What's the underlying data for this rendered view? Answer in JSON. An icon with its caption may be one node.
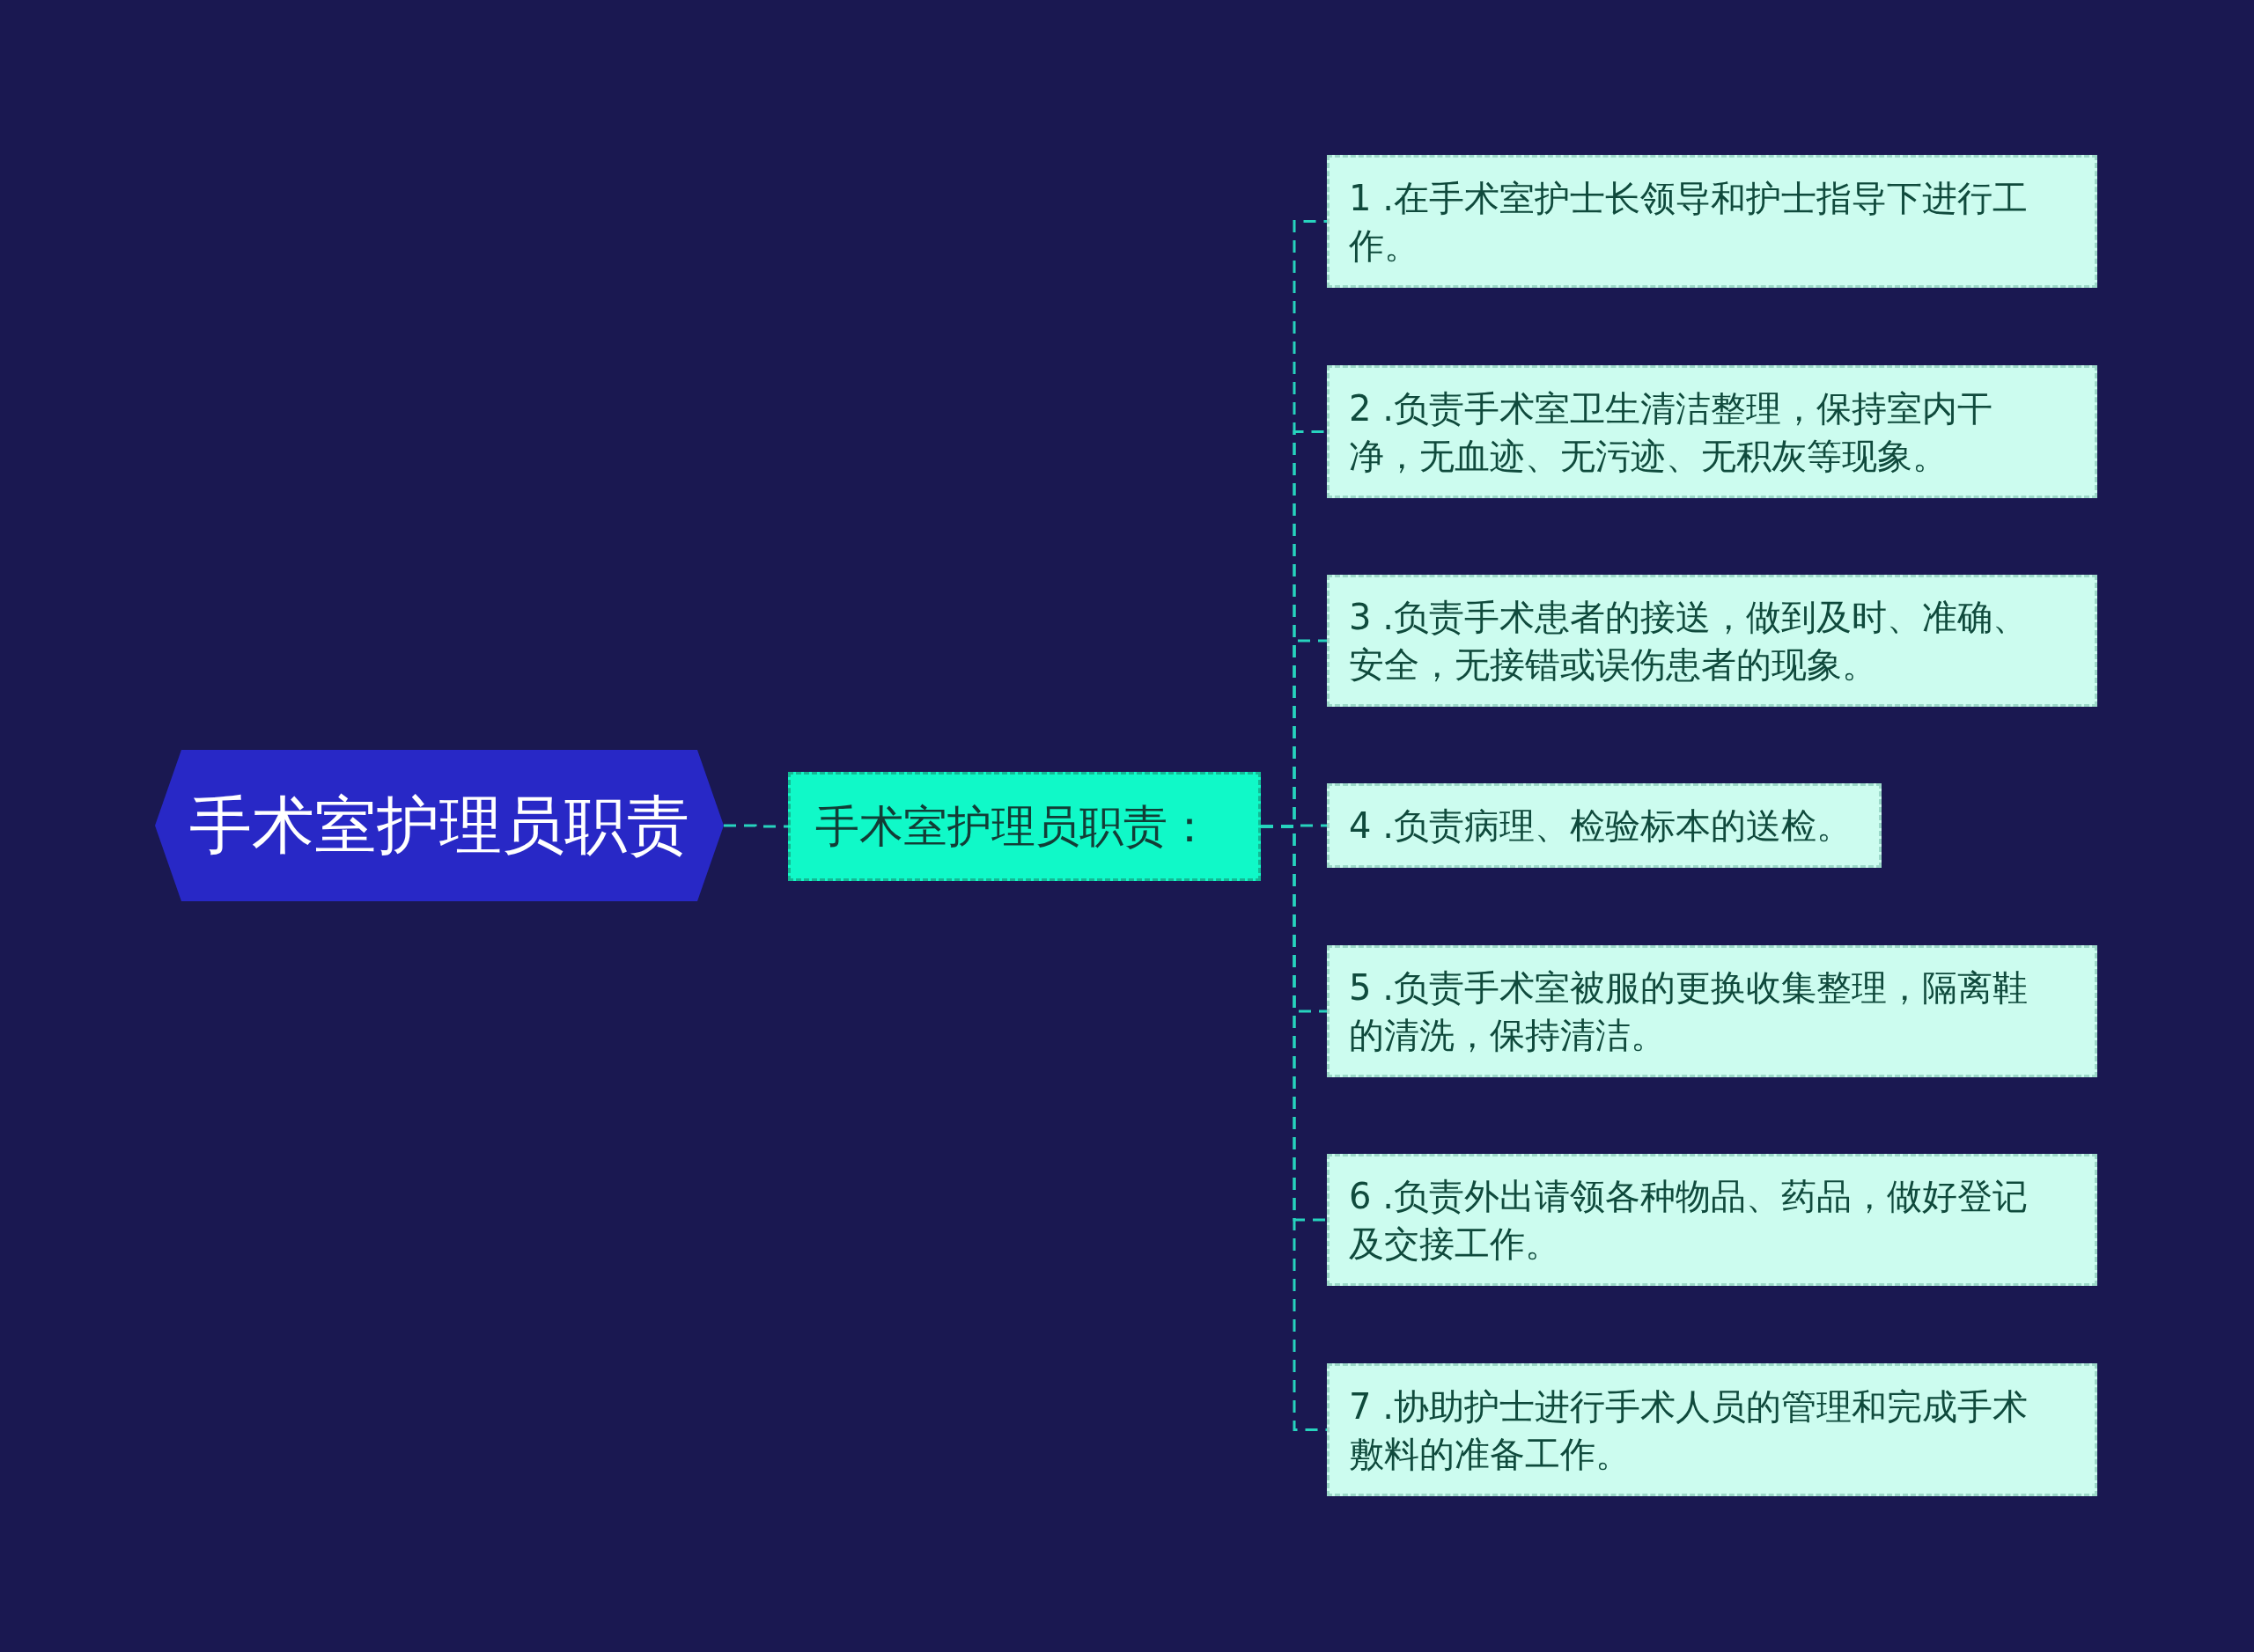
{
  "diagram": {
    "nodes": [
      {
        "text": [
          "手术室护理员职责"
        ]
      },
      {
        "text": [
          "手术室护理员职责："
        ]
      },
      {
        "text": [
          "1 .在手术室护士长领导和护士指导下进行工作。"
        ]
      },
      {
        "text": [
          "2 .负责手术室卫生清洁整理，保持室内干净，无血迹、无污迹、无积灰等现象。"
        ]
      },
      {
        "text": [
          "3 .负责手术患者的接送，做到及时、准确、安全，无接错或误伤患者的现象。"
        ]
      },
      {
        "text": [
          "4 .负责病理、检验标本的送检。"
        ]
      },
      {
        "text": [
          "5 .负责手术室被服的更换收集整理，隔离鞋的清洗，保持清洁。"
        ]
      },
      {
        "text": [
          "6 .负责外出请领各种物品、药品，做好登记及交接工作。"
        ]
      },
      {
        "text": [
          "7 .协助护士进行手术人员的管理和完成手术敷料的准备工作。"
        ]
      }
    ],
    "edges": [
      {
        "from": 0,
        "to": 1,
        "arrow": "none",
        "style": "dashed"
      },
      {
        "from": 1,
        "to": 2,
        "arrow": "none",
        "style": "dashed"
      },
      {
        "from": 1,
        "to": 3,
        "arrow": "none",
        "style": "dashed"
      },
      {
        "from": 1,
        "to": 4,
        "arrow": "none",
        "style": "dashed"
      },
      {
        "from": 1,
        "to": 5,
        "arrow": "none",
        "style": "dashed"
      },
      {
        "from": 1,
        "to": 6,
        "arrow": "none",
        "style": "dashed"
      },
      {
        "from": 1,
        "to": 7,
        "arrow": "none",
        "style": "dashed"
      },
      {
        "from": 1,
        "to": 8,
        "arrow": "none",
        "style": "dashed"
      }
    ]
  }
}
